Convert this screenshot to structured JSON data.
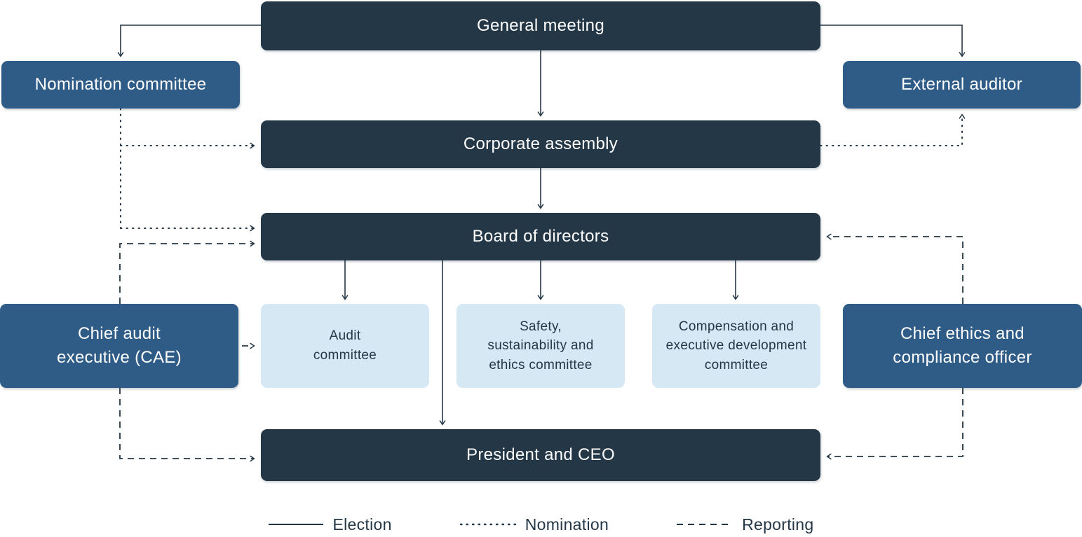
{
  "colors": {
    "dark_navy": "#243746",
    "medium_blue": "#2e5c87",
    "light_blue": "#d6e8f4",
    "line": "#243746",
    "light_text": "#ffffff"
  },
  "nodes": {
    "general_meeting": {
      "label": "General meeting"
    },
    "nomination_committee": {
      "label": "Nomination committee"
    },
    "external_auditor": {
      "label": "External auditor"
    },
    "corporate_assembly": {
      "label": "Corporate assembly"
    },
    "board_of_directors": {
      "label": "Board of directors"
    },
    "chief_audit_executive": {
      "label": "Chief audit\nexecutive (CAE)"
    },
    "audit_committee": {
      "label": "Audit\ncommittee"
    },
    "safety_committee": {
      "label": "Safety,\nsustainability and\nethics committee"
    },
    "compensation_committee": {
      "label": "Compensation and\nexecutive development\ncommittee"
    },
    "chief_ethics_officer": {
      "label": "Chief ethics and\ncompliance officer"
    },
    "president_ceo": {
      "label": "President and CEO"
    }
  },
  "legend": {
    "election": "Election",
    "nomination": "Nomination",
    "reporting": "Reporting"
  }
}
